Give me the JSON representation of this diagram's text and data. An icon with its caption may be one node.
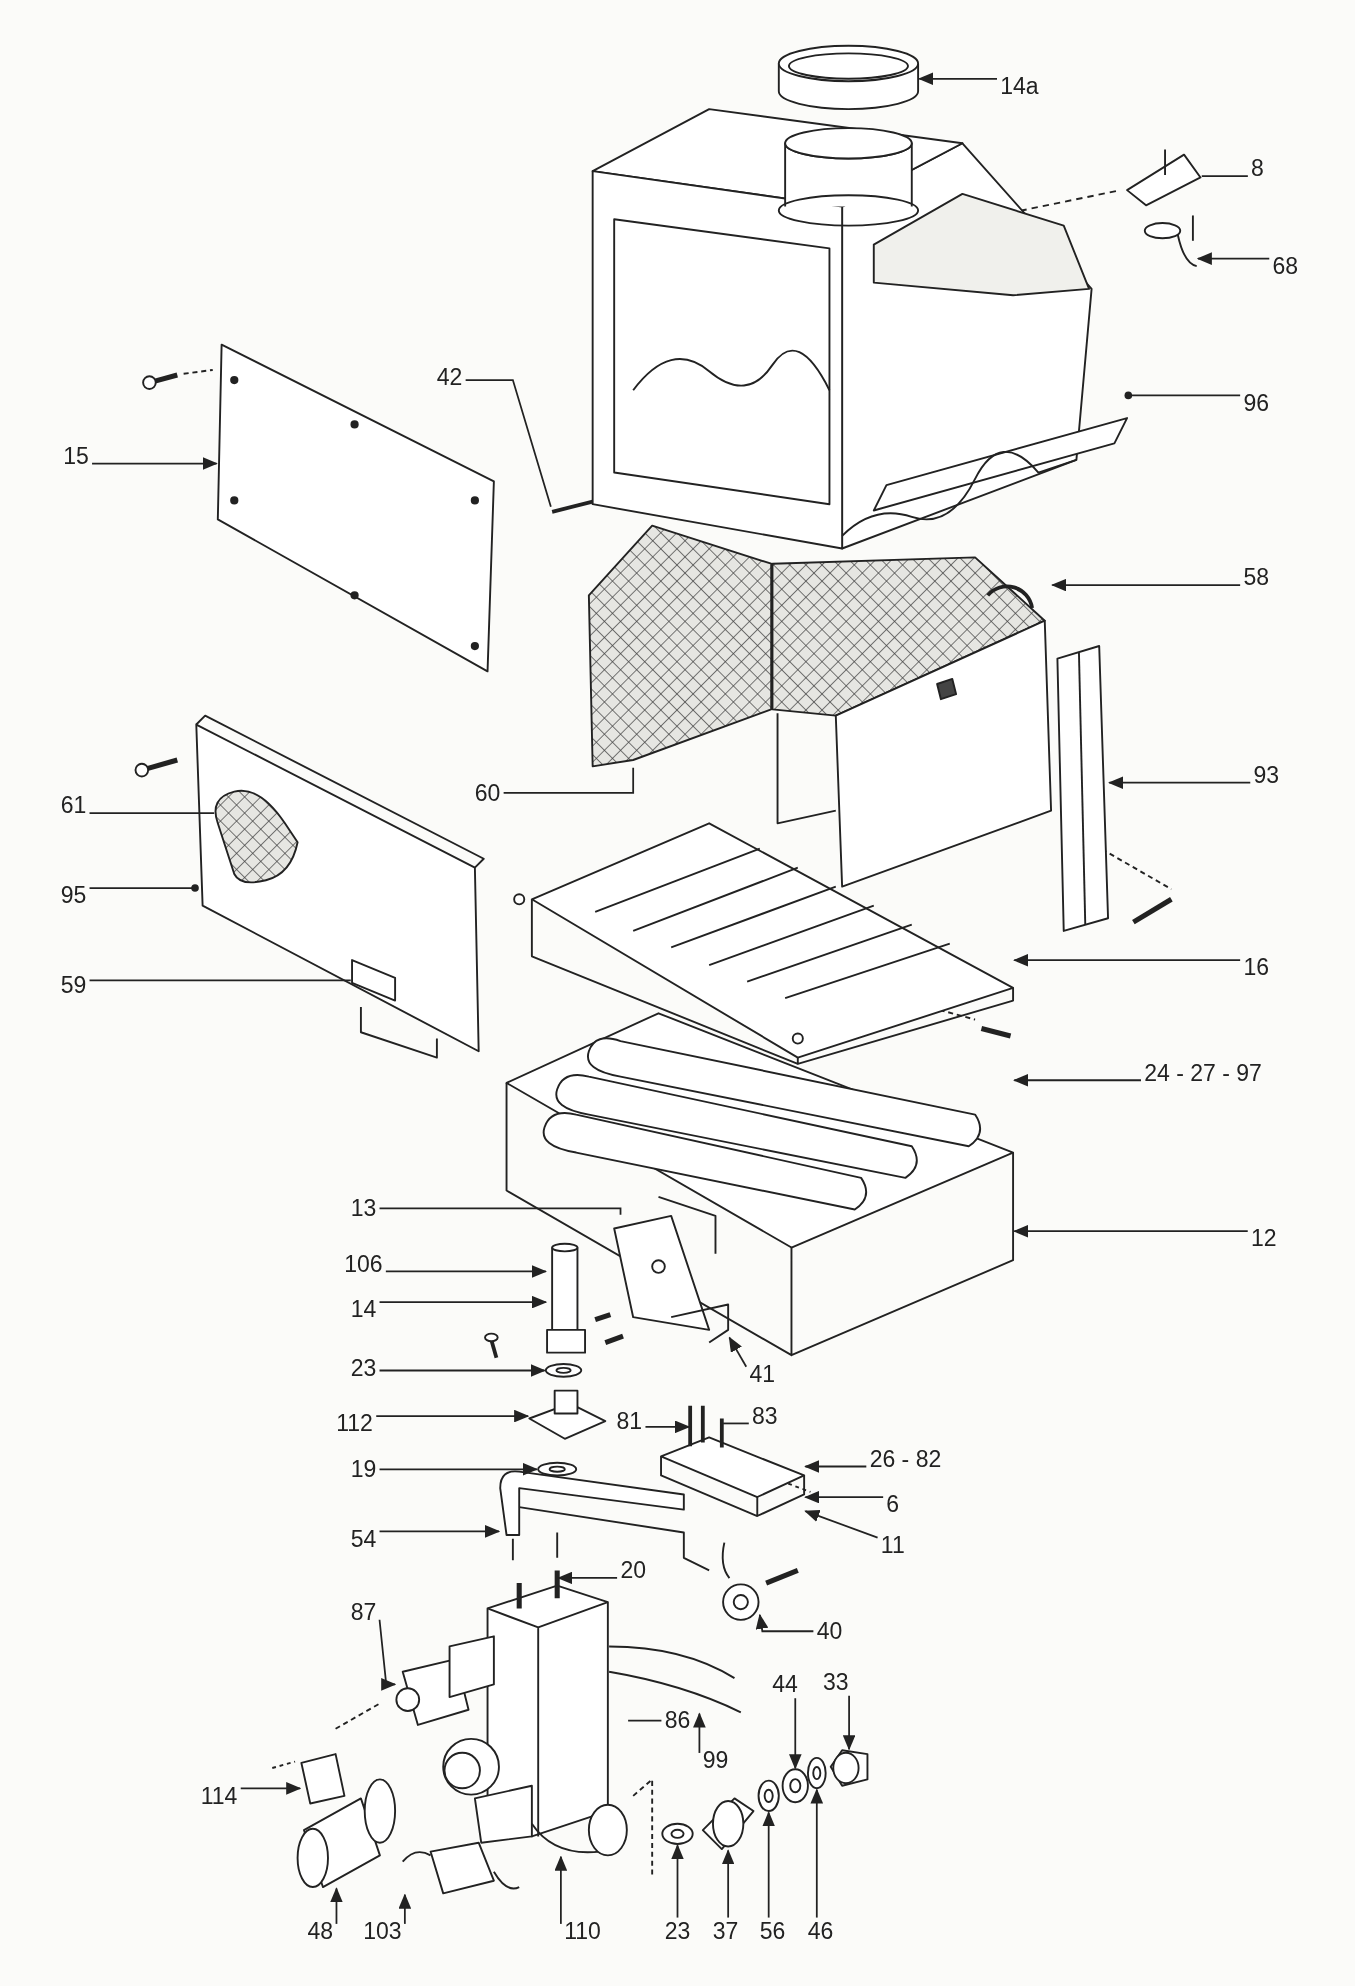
{
  "diagram": {
    "nodes": [
      {
        "text": [
          "14a"
        ]
      },
      {
        "text": [
          "8"
        ]
      },
      {
        "text": [
          "68"
        ]
      },
      {
        "text": [
          "96"
        ]
      },
      {
        "text": [
          "15"
        ]
      },
      {
        "text": [
          "42"
        ]
      },
      {
        "text": [
          "58"
        ]
      },
      {
        "text": [
          "60"
        ]
      },
      {
        "text": [
          "61"
        ]
      },
      {
        "text": [
          "93"
        ]
      },
      {
        "text": [
          "95"
        ]
      },
      {
        "text": [
          "59"
        ]
      },
      {
        "text": [
          "16"
        ]
      },
      {
        "text": [
          "24 - 27 - 97"
        ]
      },
      {
        "text": [
          "13"
        ]
      },
      {
        "text": [
          "12"
        ]
      },
      {
        "text": [
          "106"
        ]
      },
      {
        "text": [
          "14"
        ]
      },
      {
        "text": [
          "41"
        ]
      },
      {
        "text": [
          "23"
        ]
      },
      {
        "text": [
          "112"
        ]
      },
      {
        "text": [
          "81"
        ]
      },
      {
        "text": [
          "83"
        ]
      },
      {
        "text": [
          "26 - 82"
        ]
      },
      {
        "text": [
          "19"
        ]
      },
      {
        "text": [
          "6"
        ]
      },
      {
        "text": [
          "11"
        ]
      },
      {
        "text": [
          "54"
        ]
      },
      {
        "text": [
          "20"
        ]
      },
      {
        "text": [
          "40"
        ]
      },
      {
        "text": [
          "87"
        ]
      },
      {
        "text": [
          "44"
        ]
      },
      {
        "text": [
          "33"
        ]
      },
      {
        "text": [
          "86"
        ]
      },
      {
        "text": [
          "99"
        ]
      },
      {
        "text": [
          "114"
        ]
      },
      {
        "text": [
          "48"
        ]
      },
      {
        "text": [
          "103"
        ]
      },
      {
        "text": [
          "110"
        ]
      },
      {
        "text": [
          "23"
        ]
      },
      {
        "text": [
          "37"
        ]
      },
      {
        "text": [
          "56"
        ]
      },
      {
        "text": [
          "46"
        ]
      },
      {
        "text": [],
        "shape": "circle"
      },
      {
        "text": [],
        "shape": "picture"
      },
      {
        "text": [],
        "shape": "circle"
      },
      {
        "text": [],
        "shape": "circle"
      },
      {
        "text": [],
        "shape": "circle"
      },
      {
        "text": [],
        "shape": "circle"
      },
      {
        "text": [],
        "shape": "picture"
      },
      {
        "text": [],
        "shape": "circle"
      },
      {
        "text": [],
        "shape": "circle"
      },
      {
        "text": [],
        "shape": "picture"
      },
      {
        "text": [],
        "shape": "picture"
      },
      {
        "text": [],
        "shape": "cylinder"
      },
      {
        "text": [],
        "shape": "picture"
      },
      {
        "text": [],
        "shape": "picture"
      },
      {
        "text": [],
        "shape": "picture"
      },
      {
        "text": [],
        "shape": "picture"
      },
      {
        "text": [],
        "shape": "picture"
      },
      {
        "text": [],
        "shape": "picture"
      },
      {
        "text": [],
        "shape": "picture"
      },
      {
        "text": [],
        "shape": "picture"
      },
      {
        "text": [],
        "shape": "picture",
        "in": 62
      },
      {
        "text": [],
        "shape": "box",
        "in": 62
      },
      {
        "text": [],
        "shape": "picture"
      },
      {
        "text": [],
        "shape": "picture"
      },
      {
        "text": [],
        "shape": "picture"
      },
      {
        "text": [],
        "shape": "picture"
      },
      {
        "text": [],
        "shape": "cylinder"
      },
      {
        "text": [],
        "shape": "picture"
      },
      {
        "text": [],
        "shape": "picture"
      },
      {
        "text": [],
        "shape": "picture"
      },
      {
        "text": [],
        "shape": "picture"
      },
      {
        "text": [],
        "shape": "picture"
      },
      {
        "text": [],
        "shape": "picture"
      },
      {
        "text": [],
        "shape": "picture"
      },
      {
        "text": [],
        "shape": "picture"
      }
    ],
    "edges": [
      {
        "from": 0,
        "to": 54,
        "arrow": "to"
      },
      {
        "from": 1,
        "to": 55,
        "arrow": "none"
      },
      {
        "from": 2,
        "to": 56,
        "arrow": "to"
      },
      {
        "from": 3,
        "to": 57,
        "arrow": "other"
      },
      {
        "from": 4,
        "to": 58,
        "arrow": "to"
      },
      {
        "from": 5,
        "to": 59,
        "arrow": "none"
      },
      {
        "from": 6,
        "to": 60,
        "arrow": "to"
      },
      {
        "from": 7,
        "to": 61,
        "arrow": "none"
      },
      {
        "from": 8,
        "to": 63,
        "arrow": "none"
      },
      {
        "from": 9,
        "to": 65,
        "arrow": "to"
      },
      {
        "from": 10,
        "to": 62,
        "arrow": "other"
      },
      {
        "from": 11,
        "to": 64,
        "arrow": "none"
      },
      {
        "from": 12,
        "to": 66,
        "arrow": "to"
      },
      {
        "from": 13,
        "to": 67,
        "arrow": "to"
      },
      {
        "from": 14,
        "to": 68,
        "arrow": "none"
      },
      {
        "from": 15,
        "to": 67,
        "arrow": "to"
      },
      {
        "from": 16,
        "to": 69,
        "arrow": "to"
      },
      {
        "from": 17,
        "to": 69,
        "arrow": "to"
      },
      {
        "from": 18,
        "to": 68,
        "arrow": "to"
      },
      {
        "from": 19,
        "to": 43,
        "arrow": "to"
      },
      {
        "from": 20,
        "to": 52,
        "arrow": "to"
      },
      {
        "from": 21,
        "to": 70,
        "arrow": "to"
      },
      {
        "from": 22,
        "to": 70,
        "arrow": "none"
      },
      {
        "from": 23,
        "to": 44,
        "arrow": "to"
      },
      {
        "from": 24,
        "to": 45,
        "arrow": "to"
      },
      {
        "from": 25,
        "to": 44,
        "arrow": "to"
      },
      {
        "from": 26,
        "to": 44,
        "arrow": "to"
      },
      {
        "from": 27,
        "to": 71,
        "arrow": "to"
      },
      {
        "from": 28,
        "to": 73,
        "arrow": "to"
      },
      {
        "from": 29,
        "to": 46,
        "arrow": "to"
      },
      {
        "from": 30,
        "to": 72,
        "arrow": "to"
      },
      {
        "from": 31,
        "to": 47,
        "arrow": "to"
      },
      {
        "from": 32,
        "to": 53,
        "arrow": "to"
      },
      {
        "from": 33,
        "to": 72,
        "arrow": "none"
      },
      {
        "from": 34,
        "to": 74,
        "arrow": "to"
      },
      {
        "from": 35,
        "to": 75,
        "arrow": "to"
      },
      {
        "from": 36,
        "to": 76,
        "arrow": "to"
      },
      {
        "from": 37,
        "to": 77,
        "arrow": "to"
      },
      {
        "from": 38,
        "to": 72,
        "arrow": "to"
      },
      {
        "from": 39,
        "to": 48,
        "arrow": "to"
      },
      {
        "from": 40,
        "to": 49,
        "arrow": "to"
      },
      {
        "from": 41,
        "to": 50,
        "arrow": "to"
      },
      {
        "from": 42,
        "to": 51,
        "arrow": "to"
      }
    ]
  }
}
